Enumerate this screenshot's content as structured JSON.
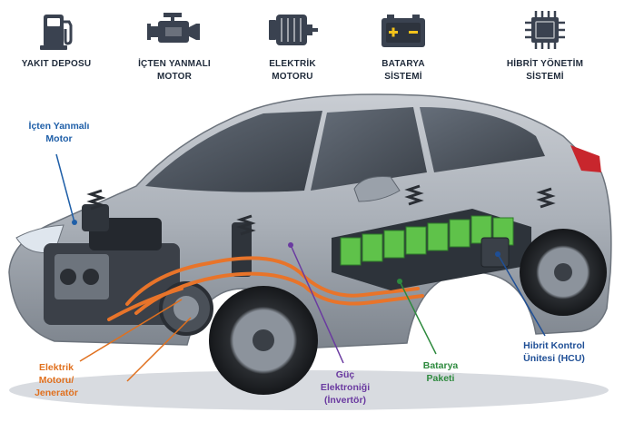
{
  "components": [
    {
      "label": "YAKIT DEPOSU",
      "icon": "fuel-pump-icon"
    },
    {
      "label": "İÇTEN YANMALI\nMOTOR",
      "icon": "engine-icon"
    },
    {
      "label": "ELEKTRİK\nMOTORU",
      "icon": "electric-motor-icon"
    },
    {
      "label": "BATARYA\nSİSTEMİ",
      "icon": "battery-icon"
    },
    {
      "label": "HİBRİT YÖNETİM\nSİSTEMİ",
      "icon": "chip-icon"
    }
  ],
  "callouts": {
    "ice": "İçten Yanmalı\nMotor",
    "motor": "Elektrik\nMotoru/\nJeneratör",
    "inverter": "Güç\nElektroniği\n(İnvertör)",
    "battery": "Batarya\nPaketi",
    "hcu": "Hibrit Kontrol\nÜnitesi (HCU)"
  },
  "colors": {
    "icon_dark": "#3a4250",
    "label_dark": "#1f2a3a",
    "ice_callout": "#1f5fa8",
    "motor_callout": "#e0701e",
    "inverter_callout": "#6a3aa0",
    "battery_callout": "#2e8a3e",
    "hcu_callout": "#1f4f96",
    "battery_cells": "#5fc24a",
    "cable_orange": "#e8742a"
  }
}
